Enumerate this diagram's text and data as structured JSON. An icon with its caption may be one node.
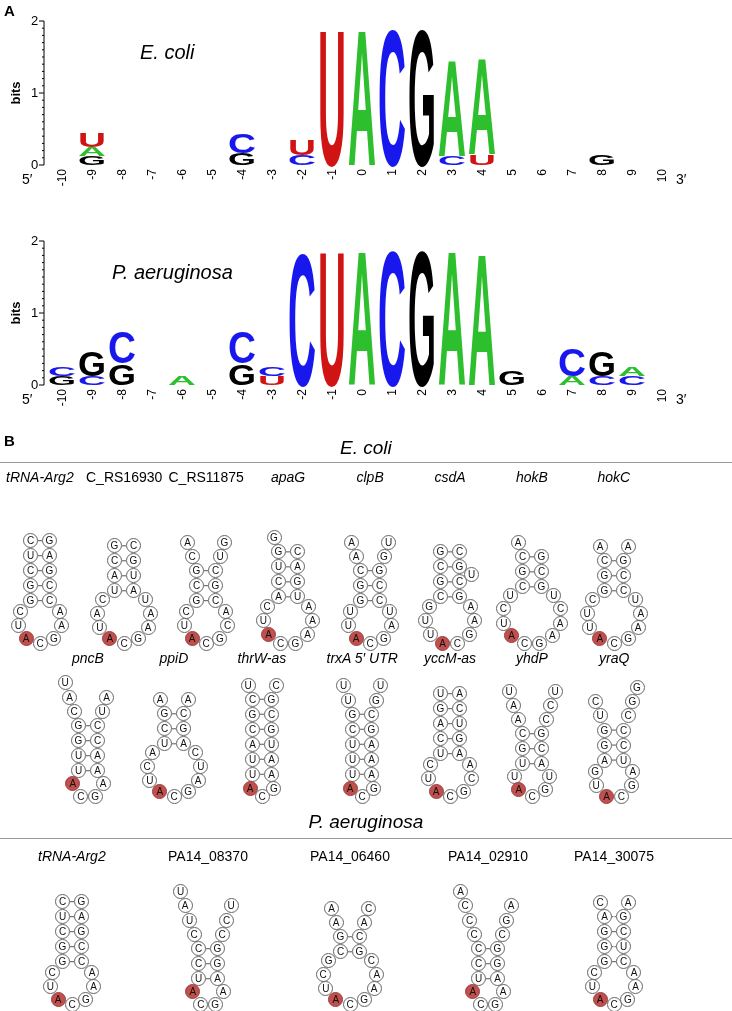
{
  "diagram": {
    "nodes": [
      {
        "text": [
          "C"
        ]
      },
      {
        "text": [
          "U"
        ]
      },
      {
        "text": [
          "C"
        ]
      },
      {
        "text": [
          "G"
        ]
      },
      {
        "text": [
          "G"
        ]
      },
      {
        "text": [
          "C"
        ]
      },
      {
        "text": [
          "U"
        ]
      },
      {
        "text": [
          "A"
        ]
      },
      {
        "text": [
          "C"
        ]
      },
      {
        "text": [
          "G"
        ]
      },
      {
        "text": [
          "A"
        ]
      },
      {
        "text": [
          "A"
        ]
      },
      {
        "text": [
          "C"
        ]
      },
      {
        "text": [
          "C"
        ]
      },
      {
        "text": [
          "G"
        ]
      },
      {
        "text": [
          "A"
        ]
      },
      {
        "text": [
          "G"
        ]
      },
      {
        "text": [
          "G"
        ]
      },
      {
        "text": [
          "C"
        ]
      },
      {
        "text": [
          "A"
        ]
      },
      {
        "text": [
          "U"
        ]
      },
      {
        "text": [
          "C"
        ]
      },
      {
        "text": [
          "A"
        ]
      },
      {
        "text": [
          "U"
        ]
      },
      {
        "text": [
          "A"
        ]
      },
      {
        "text": [
          "C"
        ]
      },
      {
        "text": [
          "G"
        ]
      },
      {
        "text": [
          "A"
        ]
      },
      {
        "text": [
          "A"
        ]
      },
      {
        "text": [
          "U"
        ]
      },
      {
        "text": [
          "A"
        ]
      },
      {
        "text": [
          "U"
        ]
      },
      {
        "text": [
          "G"
        ]
      },
      {
        "text": [
          "C"
        ]
      },
      {
        "text": [
          "A"
        ]
      },
      {
        "text": [
          "C"
        ]
      },
      {
        "text": [
          "G"
        ]
      },
      {
        "text": [
          "C"
        ]
      },
      {
        "text": [
          "G"
        ]
      },
      {
        "text": [
          "C"
        ]
      },
      {
        "text": [
          "U"
        ]
      },
      {
        "text": [
          "A"
        ]
      },
      {
        "text": [
          "C"
        ]
      },
      {
        "text": [
          "G"
        ]
      },
      {
        "text": [
          "C"
        ]
      },
      {
        "text": [
          "A"
        ]
      },
      {
        "text": [
          "C"
        ]
      },
      {
        "text": [
          "G"
        ]
      },
      {
        "text": [
          "C"
        ]
      },
      {
        "text": [
          "U"
        ]
      },
      {
        "text": [
          "G"
        ]
      },
      {
        "text": [
          "G"
        ]
      },
      {
        "text": [
          "G"
        ]
      },
      {
        "text": [
          "U"
        ]
      },
      {
        "text": [
          "C"
        ]
      },
      {
        "text": [
          "A"
        ]
      },
      {
        "text": [
          "C"
        ]
      },
      {
        "text": [
          "U"
        ]
      },
      {
        "text": [
          "A"
        ]
      },
      {
        "text": [
          "C"
        ]
      },
      {
        "text": [
          "G"
        ]
      },
      {
        "text": [
          "A"
        ]
      },
      {
        "text": [
          "A"
        ]
      },
      {
        "text": [
          "A"
        ]
      },
      {
        "text": [
          "U"
        ]
      },
      {
        "text": [
          "G"
        ]
      },
      {
        "text": [
          "A"
        ]
      },
      {
        "text": [
          "C"
        ]
      },
      {
        "text": [
          "A"
        ]
      },
      {
        "text": [
          "A"
        ]
      },
      {
        "text": [
          "C"
        ]
      },
      {
        "text": [
          "G"
        ]
      },
      {
        "text": [
          "G"
        ]
      },
      {
        "text": [
          "U"
        ]
      },
      {
        "text": [
          "U"
        ]
      },
      {
        "text": [
          "A"
        ]
      },
      {
        "text": [
          "C"
        ]
      },
      {
        "text": [
          "G"
        ]
      },
      {
        "text": [
          "A"
        ]
      },
      {
        "text": [
          "U"
        ]
      },
      {
        "text": [
          "C"
        ]
      },
      {
        "text": [
          "C"
        ]
      },
      {
        "text": [
          "G"
        ]
      },
      {
        "text": [
          "G"
        ]
      },
      {
        "text": [
          "U"
        ]
      },
      {
        "text": [
          "G"
        ]
      },
      {
        "text": [
          "C"
        ]
      },
      {
        "text": [
          "G"
        ]
      },
      {
        "text": [
          "C"
        ]
      },
      {
        "text": [
          "G"
        ]
      },
      {
        "text": [
          "U"
        ]
      },
      {
        "text": [
          "U"
        ]
      },
      {
        "text": [
          "A"
        ]
      },
      {
        "text": [
          "C"
        ]
      },
      {
        "text": [
          "G"
        ]
      },
      {
        "text": [
          "A"
        ]
      },
      {
        "text": [
          "A"
        ]
      },
      {
        "text": [
          "G"
        ]
      },
      {
        "text": [
          "C"
        ]
      },
      {
        "text": [
          "U"
        ]
      },
      {
        "text": [
          "G"
        ]
      },
      {
        "text": [
          "C"
        ]
      },
      {
        "text": [
          "A"
        ]
      },
      {
        "text": [
          "C"
        ]
      },
      {
        "text": [
          "G"
        ]
      },
      {
        "text": [
          "C"
        ]
      },
      {
        "text": [
          "U"
        ]
      },
      {
        "text": [
          "C"
        ]
      },
      {
        "text": [
          "U"
        ]
      },
      {
        "text": [
          "A"
        ]
      },
      {
        "text": [
          "C"
        ]
      },
      {
        "text": [
          "G"
        ]
      },
      {
        "text": [
          "A"
        ]
      },
      {
        "text": [
          "A"
        ]
      },
      {
        "text": [
          "C"
        ]
      },
      {
        "text": [
          "U"
        ]
      },
      {
        "text": [
          "G"
        ]
      },
      {
        "text": [
          "C"
        ]
      },
      {
        "text": [
          "G"
        ]
      },
      {
        "text": [
          "A"
        ]
      },
      {
        "text": [
          "C"
        ]
      },
      {
        "text": [
          "G"
        ]
      },
      {
        "text": [
          "G"
        ]
      },
      {
        "text": [
          "C"
        ]
      },
      {
        "text": [
          "U"
        ]
      },
      {
        "text": [
          "U"
        ]
      },
      {
        "text": [
          "A"
        ]
      },
      {
        "text": [
          "C"
        ]
      },
      {
        "text": [
          "G"
        ]
      },
      {
        "text": [
          "A"
        ]
      },
      {
        "text": [
          "A"
        ]
      },
      {
        "text": [
          "U"
        ]
      },
      {
        "text": [
          "C"
        ]
      },
      {
        "text": [
          "C"
        ]
      },
      {
        "text": [
          "G"
        ]
      },
      {
        "text": [
          "A"
        ]
      },
      {
        "text": [
          "U"
        ]
      },
      {
        "text": [
          "A"
        ]
      },
      {
        "text": [
          "C"
        ]
      },
      {
        "text": [
          "G"
        ]
      },
      {
        "text": [
          "G"
        ]
      },
      {
        "text": [
          "U"
        ]
      },
      {
        "text": [
          "U"
        ]
      },
      {
        "text": [
          "A"
        ]
      },
      {
        "text": [
          "C"
        ]
      },
      {
        "text": [
          "G"
        ]
      },
      {
        "text": [
          "A"
        ]
      },
      {
        "text": [
          "A"
        ]
      },
      {
        "text": [
          "A"
        ]
      },
      {
        "text": [
          "C"
        ]
      },
      {
        "text": [
          "C"
        ]
      },
      {
        "text": [
          "U"
        ]
      },
      {
        "text": [
          "A"
        ]
      },
      {
        "text": [
          "A"
        ]
      },
      {
        "text": [
          "G"
        ]
      },
      {
        "text": [
          "C"
        ]
      },
      {
        "text": [
          "U"
        ]
      },
      {
        "text": [
          "A"
        ]
      },
      {
        "text": [
          "C"
        ]
      },
      {
        "text": [
          "U"
        ]
      },
      {
        "text": [
          "A"
        ]
      },
      {
        "text": [
          "C"
        ]
      },
      {
        "text": [
          "G"
        ]
      },
      {
        "text": [
          "A"
        ]
      },
      {
        "text": [
          "U"
        ]
      },
      {
        "text": [
          "C"
        ]
      },
      {
        "text": [
          "A"
        ]
      },
      {
        "text": [
          "G"
        ]
      },
      {
        "text": [
          "C"
        ]
      },
      {
        "text": [
          "A"
        ]
      },
      {
        "text": [
          "U"
        ]
      },
      {
        "text": [
          "C"
        ]
      },
      {
        "text": [
          "G"
        ]
      },
      {
        "text": [
          "C"
        ]
      },
      {
        "text": [
          "A"
        ]
      },
      {
        "text": [
          "U"
        ]
      },
      {
        "text": [
          "U"
        ]
      },
      {
        "text": [
          "A"
        ]
      },
      {
        "text": [
          "C"
        ]
      },
      {
        "text": [
          "G"
        ]
      },
      {
        "text": [
          "A"
        ]
      },
      {
        "text": [
          "A"
        ]
      },
      {
        "text": [
          "U"
        ]
      },
      {
        "text": [
          "G"
        ]
      },
      {
        "text": [
          "C"
        ]
      },
      {
        "text": [
          "G"
        ]
      },
      {
        "text": [
          "C"
        ]
      },
      {
        "text": [
          "U"
        ]
      },
      {
        "text": [
          "U"
        ]
      },
      {
        "text": [
          "G"
        ]
      },
      {
        "text": [
          "C"
        ]
      },
      {
        "text": [
          "U"
        ]
      },
      {
        "text": [
          "U"
        ]
      },
      {
        "text": [
          "U"
        ]
      },
      {
        "text": [
          "A"
        ]
      },
      {
        "text": [
          "C"
        ]
      },
      {
        "text": [
          "G"
        ]
      },
      {
        "text": [
          "A"
        ]
      },
      {
        "text": [
          "A"
        ]
      },
      {
        "text": [
          "A"
        ]
      },
      {
        "text": [
          "G"
        ]
      },
      {
        "text": [
          "C"
        ]
      },
      {
        "text": [
          "G"
        ]
      },
      {
        "text": [
          "U"
        ]
      },
      {
        "text": [
          "U"
        ]
      },
      {
        "text": [
          "G"
        ]
      },
      {
        "text": [
          "A"
        ]
      },
      {
        "text": [
          "C"
        ]
      },
      {
        "text": [
          "U"
        ]
      },
      {
        "text": [
          "C"
        ]
      },
      {
        "text": [
          "U"
        ]
      },
      {
        "text": [
          "A"
        ]
      },
      {
        "text": [
          "C"
        ]
      },
      {
        "text": [
          "G"
        ]
      },
      {
        "text": [
          "C"
        ]
      },
      {
        "text": [
          "A"
        ]
      },
      {
        "text": [
          "A"
        ]
      },
      {
        "text": [
          "G"
        ]
      },
      {
        "text": [
          "U"
        ]
      },
      {
        "text": [
          "C"
        ]
      },
      {
        "text": [
          "A"
        ]
      },
      {
        "text": [
          "U"
        ]
      },
      {
        "text": [
          "A"
        ]
      },
      {
        "text": [
          "A"
        ]
      },
      {
        "text": [
          "C"
        ]
      },
      {
        "text": [
          "G"
        ]
      },
      {
        "text": [
          "U"
        ]
      },
      {
        "text": [
          "U"
        ]
      },
      {
        "text": [
          "A"
        ]
      },
      {
        "text": [
          "C"
        ]
      },
      {
        "text": [
          "G"
        ]
      },
      {
        "text": [
          "U"
        ]
      },
      {
        "text": [
          "A"
        ]
      },
      {
        "text": [
          "C"
        ]
      },
      {
        "text": [
          "G"
        ]
      },
      {
        "text": [
          "C"
        ]
      },
      {
        "text": [
          "C"
        ]
      },
      {
        "text": [
          "U"
        ]
      },
      {
        "text": [
          "C"
        ]
      },
      {
        "text": [
          "U"
        ]
      },
      {
        "text": [
          "G"
        ]
      },
      {
        "text": [
          "G"
        ]
      },
      {
        "text": [
          "A"
        ]
      },
      {
        "text": [
          "G"
        ]
      },
      {
        "text": [
          "U"
        ]
      },
      {
        "text": [
          "A"
        ]
      },
      {
        "text": [
          "C"
        ]
      },
      {
        "text": [
          "G"
        ]
      },
      {
        "text": [
          "A"
        ]
      },
      {
        "text": [
          "U"
        ]
      },
      {
        "text": [
          "C"
        ]
      },
      {
        "text": [
          "C"
        ]
      },
      {
        "text": [
          "C"
        ]
      },
      {
        "text": [
          "G"
        ]
      },
      {
        "text": [
          "G"
        ]
      },
      {
        "text": [
          "C"
        ]
      },
      {
        "text": [
          "U"
        ]
      },
      {
        "text": [
          "C"
        ]
      },
      {
        "text": [
          "G"
        ]
      },
      {
        "text": [
          "G"
        ]
      },
      {
        "text": [
          "C"
        ]
      },
      {
        "text": [
          "U"
        ]
      },
      {
        "text": [
          "A"
        ]
      },
      {
        "text": [
          "C"
        ]
      },
      {
        "text": [
          "G"
        ]
      },
      {
        "text": [
          "A"
        ]
      },
      {
        "text": [
          "A"
        ]
      },
      {
        "text": [
          "C"
        ]
      },
      {
        "text": [
          "C"
        ]
      },
      {
        "text": [
          "G"
        ]
      },
      {
        "text": [
          "A"
        ]
      },
      {
        "text": [
          "G"
        ]
      },
      {
        "text": [
          "U"
        ]
      },
      {
        "text": [
          "A"
        ]
      },
      {
        "text": [
          "U"
        ]
      },
      {
        "text": [
          "C"
        ]
      },
      {
        "text": [
          "C"
        ]
      },
      {
        "text": [
          "C"
        ]
      },
      {
        "text": [
          "U"
        ]
      },
      {
        "text": [
          "A"
        ]
      },
      {
        "text": [
          "C"
        ]
      },
      {
        "text": [
          "G"
        ]
      },
      {
        "text": [
          "A"
        ]
      },
      {
        "text": [
          "A"
        ]
      },
      {
        "text": [
          "G"
        ]
      },
      {
        "text": [
          "G"
        ]
      },
      {
        "text": [
          "C"
        ]
      },
      {
        "text": [
          "C"
        ]
      },
      {
        "text": [
          "U"
        ]
      },
      {
        "text": [
          "A"
        ]
      },
      {
        "text": [
          "A"
        ]
      },
      {
        "text": [
          "G"
        ]
      },
      {
        "text": [
          "C"
        ]
      },
      {
        "text": [
          "G"
        ]
      },
      {
        "text": [
          "C"
        ]
      },
      {
        "text": [
          "U"
        ]
      },
      {
        "text": [
          "A"
        ]
      },
      {
        "text": [
          "C"
        ]
      },
      {
        "text": [
          "G"
        ]
      },
      {
        "text": [
          "A"
        ]
      },
      {
        "text": [
          "A"
        ]
      },
      {
        "text": [
          "C"
        ]
      },
      {
        "text": [
          "G"
        ]
      },
      {
        "text": [
          "C"
        ]
      },
      {
        "text": [
          "A"
        ]
      },
      {
        "text": [
          "C"
        ]
      },
      {
        "text": [
          "A"
        ]
      },
      {
        "text": [
          "C"
        ]
      },
      {
        "text": [
          "C"
        ]
      },
      {
        "text": [
          "C"
        ]
      },
      {
        "text": [
          "C"
        ]
      },
      {
        "text": [
          "C"
        ]
      },
      {
        "text": [
          "U"
        ]
      },
      {
        "text": [
          "A"
        ]
      },
      {
        "text": [
          "C"
        ]
      },
      {
        "text": [
          "G"
        ]
      },
      {
        "text": [
          "A"
        ]
      },
      {
        "text": [
          "A"
        ]
      },
      {
        "text": [
          "G"
        ]
      },
      {
        "text": [
          "G"
        ]
      },
      {
        "text": [
          "C"
        ]
      },
      {
        "text": [
          "G"
        ]
      },
      {
        "text": [
          "A"
        ]
      },
      {
        "text": [
          "C"
        ]
      },
      {
        "text": [
          "A"
        ]
      },
      {
        "text": [
          "G"
        ]
      },
      {
        "text": [
          "G"
        ]
      },
      {
        "text": [
          "G"
        ]
      },
      {
        "text": [
          "C"
        ]
      },
      {
        "text": [
          "U"
        ]
      },
      {
        "text": [
          "A"
        ]
      },
      {
        "text": [
          "C"
        ]
      },
      {
        "text": [
          "G"
        ]
      },
      {
        "text": [
          "A"
        ]
      },
      {
        "text": [
          "A"
        ]
      },
      {
        "text": [
          "C"
        ]
      },
      {
        "text": [
          "U"
        ]
      },
      {
        "text": [
          "C"
        ]
      },
      {
        "text": [
          "G"
        ]
      },
      {
        "text": [
          "A"
        ]
      }
    ],
    "edges": [
      {
        "from": 0,
        "to": 16,
        "arrow": "none"
      },
      {
        "from": 1,
        "to": 15,
        "arrow": "none"
      },
      {
        "from": 2,
        "to": 14,
        "arrow": "none"
      },
      {
        "from": 3,
        "to": 13,
        "arrow": "none"
      },
      {
        "from": 4,
        "to": 12,
        "arrow": "none"
      },
      {
        "from": 17,
        "to": 33,
        "arrow": "none"
      },
      {
        "from": 18,
        "to": 32,
        "arrow": "none"
      },
      {
        "from": 19,
        "to": 31,
        "arrow": "none"
      },
      {
        "from": 20,
        "to": 30,
        "arrow": "none"
      },
      {
        "from": 36,
        "to": 48,
        "arrow": "none"
      },
      {
        "from": 37,
        "to": 47,
        "arrow": "none"
      },
      {
        "from": 38,
        "to": 46,
        "arrow": "none"
      },
      {
        "from": 52,
        "to": 67,
        "arrow": "none"
      },
      {
        "from": 53,
        "to": 66,
        "arrow": "none"
      },
      {
        "from": 54,
        "to": 65,
        "arrow": "none"
      },
      {
        "from": 55,
        "to": 64,
        "arrow": "none"
      },
      {
        "from": 70,
        "to": 82,
        "arrow": "none"
      },
      {
        "from": 71,
        "to": 81,
        "arrow": "none"
      },
      {
        "from": 72,
        "to": 80,
        "arrow": "none"
      },
      {
        "from": 85,
        "to": 101,
        "arrow": "none"
      },
      {
        "from": 86,
        "to": 100,
        "arrow": "none"
      },
      {
        "from": 87,
        "to": 98,
        "arrow": "none"
      },
      {
        "from": 88,
        "to": 97,
        "arrow": "none"
      },
      {
        "from": 103,
        "to": 118,
        "arrow": "none"
      },
      {
        "from": 104,
        "to": 117,
        "arrow": "none"
      },
      {
        "from": 105,
        "to": 116,
        "arrow": "none"
      },
      {
        "from": 120,
        "to": 134,
        "arrow": "none"
      },
      {
        "from": 121,
        "to": 133,
        "arrow": "none"
      },
      {
        "from": 122,
        "to": 132,
        "arrow": "none"
      },
      {
        "from": 139,
        "to": 150,
        "arrow": "none"
      },
      {
        "from": 140,
        "to": 149,
        "arrow": "none"
      },
      {
        "from": 141,
        "to": 148,
        "arrow": "none"
      },
      {
        "from": 142,
        "to": 147,
        "arrow": "none"
      },
      {
        "from": 154,
        "to": 168,
        "arrow": "none"
      },
      {
        "from": 155,
        "to": 167,
        "arrow": "none"
      },
      {
        "from": 156,
        "to": 166,
        "arrow": "none"
      },
      {
        "from": 171,
        "to": 185,
        "arrow": "none"
      },
      {
        "from": 172,
        "to": 184,
        "arrow": "none"
      },
      {
        "from": 173,
        "to": 183,
        "arrow": "none"
      },
      {
        "from": 174,
        "to": 182,
        "arrow": "none"
      },
      {
        "from": 175,
        "to": 181,
        "arrow": "none"
      },
      {
        "from": 176,
        "to": 180,
        "arrow": "none"
      },
      {
        "from": 189,
        "to": 201,
        "arrow": "none"
      },
      {
        "from": 190,
        "to": 200,
        "arrow": "none"
      },
      {
        "from": 191,
        "to": 199,
        "arrow": "none"
      },
      {
        "from": 192,
        "to": 198,
        "arrow": "none"
      },
      {
        "from": 193,
        "to": 197,
        "arrow": "none"
      },
      {
        "from": 204,
        "to": 220,
        "arrow": "none"
      },
      {
        "from": 205,
        "to": 219,
        "arrow": "none"
      },
      {
        "from": 206,
        "to": 218,
        "arrow": "none"
      },
      {
        "from": 207,
        "to": 217,
        "arrow": "none"
      },
      {
        "from": 208,
        "to": 216,
        "arrow": "none"
      },
      {
        "from": 224,
        "to": 234,
        "arrow": "none"
      },
      {
        "from": 225,
        "to": 233,
        "arrow": "none"
      },
      {
        "from": 226,
        "to": 232,
        "arrow": "none"
      },
      {
        "from": 240,
        "to": 251,
        "arrow": "none"
      },
      {
        "from": 241,
        "to": 250,
        "arrow": "none"
      },
      {
        "from": 242,
        "to": 249,
        "arrow": "none"
      },
      {
        "from": 255,
        "to": 271,
        "arrow": "none"
      },
      {
        "from": 256,
        "to": 270,
        "arrow": "none"
      },
      {
        "from": 257,
        "to": 269,
        "arrow": "none"
      },
      {
        "from": 258,
        "to": 268,
        "arrow": "none"
      },
      {
        "from": 259,
        "to": 267,
        "arrow": "none"
      },
      {
        "from": 276,
        "to": 285,
        "arrow": "none"
      },
      {
        "from": 277,
        "to": 284,
        "arrow": "none"
      },
      {
        "from": 278,
        "to": 283,
        "arrow": "none"
      },
      {
        "from": 291,
        "to": 303,
        "arrow": "none"
      },
      {
        "from": 292,
        "to": 302,
        "arrow": "none"
      },
      {
        "from": 310,
        "to": 319,
        "arrow": "none"
      },
      {
        "from": 311,
        "to": 318,
        "arrow": "none"
      },
      {
        "from": 312,
        "to": 317,
        "arrow": "none"
      },
      {
        "from": 324,
        "to": 338,
        "arrow": "none",
        "style": "dashed"
      },
      {
        "from": 325,
        "to": 337,
        "arrow": "none"
      },
      {
        "from": 326,
        "to": 336,
        "arrow": "none",
        "style": "dashed"
      },
      {
        "from": 327,
        "to": 335,
        "arrow": "none"
      }
    ],
    "labels": [
      "A",
      "E. coli",
      "2",
      "1",
      "0",
      "bits",
      "5′",
      "-10",
      "-9",
      "-8",
      "-7",
      "-6",
      "-5",
      "-4",
      "-3",
      "-2",
      "-1",
      "0",
      "1",
      "2",
      "3",
      "4",
      "5",
      "6",
      "7",
      "8",
      "9",
      "10",
      "3′",
      "U",
      "A",
      "G",
      "C",
      "G",
      "U",
      "C",
      "U",
      "A",
      "C",
      "G",
      "A",
      "C",
      "A",
      "U",
      "G",
      "P. aeruginosa",
      "2",
      "1",
      "0",
      "bits",
      "5′",
      "-10",
      "-9",
      "-8",
      "-7",
      "-6",
      "-5",
      "-4",
      "-3",
      "-2",
      "-1",
      "0",
      "1",
      "2",
      "3",
      "4",
      "5",
      "6",
      "7",
      "8",
      "9",
      "10",
      "3′",
      "C",
      "G",
      "G",
      "C",
      "C",
      "G",
      "A",
      "C",
      "G",
      "C",
      "U",
      "C",
      "U",
      "A",
      "C",
      "G",
      "A",
      "A",
      "G",
      "C",
      "A",
      "G",
      "C",
      "A",
      "C",
      "B",
      "E. coli",
      "tRNA-Arg2",
      "C_RS16930",
      "C_RS11875",
      "apaG",
      "clpB",
      "csdA",
      "hokB",
      "hokC",
      "pncB",
      "ppiD",
      "thrW-as",
      "trxA 5′ UTR",
      "yccM-as",
      "yhdP",
      "yraQ",
      "P. aeruginosa",
      "tRNA-Arg2",
      "PA14_08370",
      "PA14_06460",
      "PA14_02910",
      "PA14_30075"
    ]
  }
}
